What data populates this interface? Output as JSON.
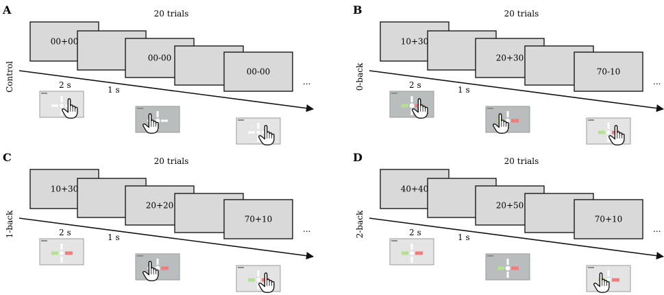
{
  "panels": [
    {
      "letter": "A",
      "condition": "Control",
      "trials": "20 trials",
      "dur_long": "2 s",
      "dur_short": "1 s",
      "ellipsis": "...",
      "cards": [
        "00+00",
        "",
        "00-00",
        "",
        "00-00"
      ],
      "thumbs": [
        {
          "style": "light",
          "left": "none",
          "right": "none",
          "hand": "right"
        },
        {
          "style": "dark",
          "left": "none",
          "right": "none",
          "hand": "left"
        },
        {
          "style": "light",
          "left": "none",
          "right": "none",
          "hand": "right"
        }
      ]
    },
    {
      "letter": "B",
      "condition": "0-back",
      "trials": "20 trials",
      "dur_long": "2 s",
      "dur_short": "1 s",
      "ellipsis": "...",
      "cards": [
        "10+30",
        "",
        "20+30",
        "",
        "70-10"
      ],
      "thumbs": [
        {
          "style": "dark",
          "left": "green",
          "right": "red",
          "hand": "right"
        },
        {
          "style": "dark",
          "left": "green",
          "right": "red",
          "hand": "left"
        },
        {
          "style": "light",
          "left": "green",
          "right": "red",
          "hand": "right"
        }
      ]
    },
    {
      "letter": "C",
      "condition": "1-back",
      "trials": "20 trials",
      "dur_long": "2 s",
      "dur_short": "1 s",
      "ellipsis": "...",
      "cards": [
        "10+30",
        "",
        "20+20",
        "",
        "70+10"
      ],
      "thumbs": [
        {
          "style": "light",
          "left": "green",
          "right": "red",
          "hand": "none"
        },
        {
          "style": "dark",
          "left": "none",
          "right": "red",
          "hand": "left"
        },
        {
          "style": "light",
          "left": "green",
          "right": "red",
          "hand": "right"
        }
      ]
    },
    {
      "letter": "D",
      "condition": "2-back",
      "trials": "20 trials",
      "dur_long": "2 s",
      "dur_short": "1 s",
      "ellipsis": "...",
      "cards": [
        "40+40",
        "",
        "20+50",
        "",
        "70+10"
      ],
      "thumbs": [
        {
          "style": "light",
          "left": "green",
          "right": "red",
          "hand": "none"
        },
        {
          "style": "dark",
          "left": "green",
          "right": "red",
          "hand": "none"
        },
        {
          "style": "light",
          "left": "green",
          "right": "red",
          "hand": "left"
        }
      ]
    }
  ],
  "colors": {
    "card_fill": "#d9d9d9",
    "card_stroke": "#1a1a1a",
    "thumb_light": "#e4e4e4",
    "thumb_dark": "#b9bdbd",
    "green": "#b4e08f",
    "red": "#f07d7d"
  }
}
